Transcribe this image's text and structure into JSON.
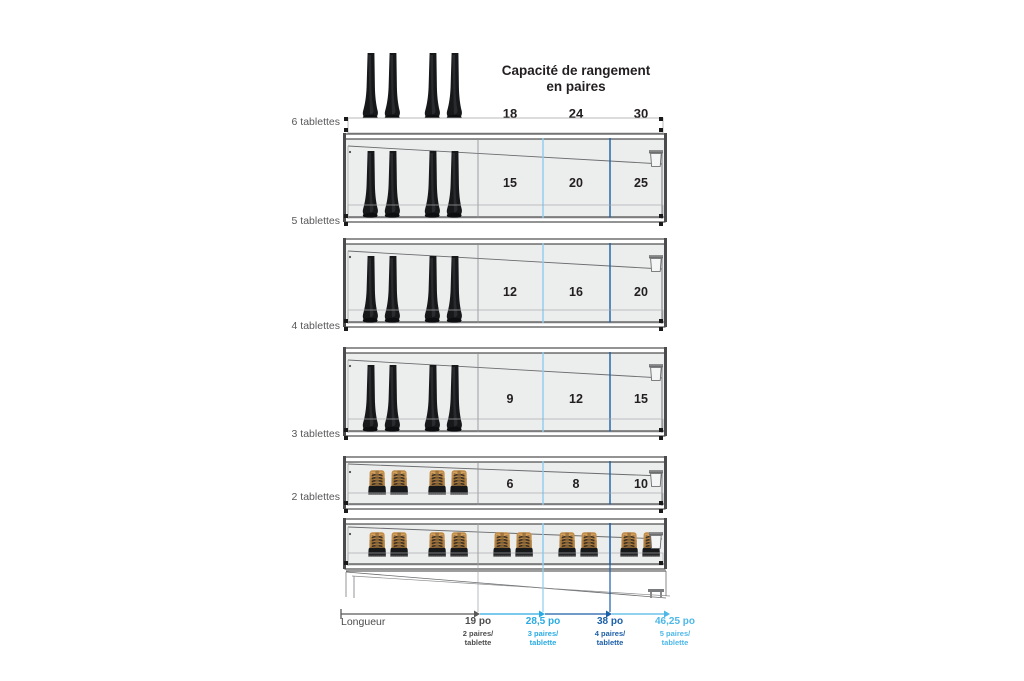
{
  "figure": {
    "title": "Capacité de rangement\nen paires",
    "title_line1": "Capacité de rangement",
    "title_line2": "en paires",
    "length_axis_label": "Longueur"
  },
  "colors": {
    "gray_dark": "#3b3b3b",
    "gray_text": "#58585b",
    "black": "#231f20",
    "shelf_fill": "#eceded",
    "light_blue": "#29abe2",
    "mid_blue": "#4db8e8",
    "dark_blue": "#1b5fa8",
    "axis_gray": "#595959"
  },
  "chart_data": {
    "type": "table",
    "title": "Capacité de rangement en paires",
    "xlabel": "Longueur",
    "ylabel": "",
    "categories": [
      "18",
      "24",
      "30"
    ],
    "row_labels": [
      "6 tablettes",
      "5 tablettes",
      "4 tablettes",
      "3 tablettes",
      "2 tablettes"
    ],
    "column_headers": [
      "18",
      "24",
      "30"
    ],
    "rows": [
      {
        "label": "5 tablettes",
        "values": [
          15,
          20,
          25
        ]
      },
      {
        "label": "4 tablettes",
        "values": [
          12,
          16,
          20
        ]
      },
      {
        "label": "3 tablettes",
        "values": [
          9,
          12,
          15
        ]
      },
      {
        "label": "2 tablettes",
        "values": [
          6,
          8,
          10
        ]
      }
    ],
    "x_axis_ticks": [
      {
        "value": "19 po",
        "sub_line1": "2 paires/",
        "sub_line2": "tablette",
        "color": "#4d4d4d"
      },
      {
        "value": "28,5 po",
        "sub_line1": "3 paires/",
        "sub_line2": "tablette",
        "color": "#29abe2"
      },
      {
        "value": "38 po",
        "sub_line1": "4 paires/",
        "sub_line2": "tablette",
        "color": "#1b5fa8"
      },
      {
        "value": "46,25 po",
        "sub_line1": "5 paires/",
        "sub_line2": "tablette",
        "color": "#4db8e8"
      }
    ],
    "legend": [],
    "grid": true
  },
  "shelf_labels": {
    "l6": "6 tablettes",
    "l5": "5 tablettes",
    "l4": "4 tablettes",
    "l3": "3 tablettes",
    "l2": "2 tablettes"
  },
  "col_headers": {
    "c18": "18",
    "c24": "24",
    "c30": "30"
  },
  "cells": {
    "r5": {
      "c18": "15",
      "c24": "20",
      "c30": "25"
    },
    "r4": {
      "c18": "12",
      "c24": "16",
      "c30": "20"
    },
    "r3": {
      "c18": "9",
      "c24": "12",
      "c30": "15"
    },
    "r2": {
      "c18": "6",
      "c24": "8",
      "c30": "10"
    }
  },
  "axis": {
    "label": "Longueur",
    "t1": {
      "value": "19 po",
      "s1": "2 paires/",
      "s2": "tablette"
    },
    "t2": {
      "value": "28,5 po",
      "s1": "3 paires/",
      "s2": "tablette"
    },
    "t3": {
      "value": "38 po",
      "s1": "4 paires/",
      "s2": "tablette"
    },
    "t4": {
      "value": "46,25 po",
      "s1": "5 paires/",
      "s2": "tablette"
    }
  }
}
